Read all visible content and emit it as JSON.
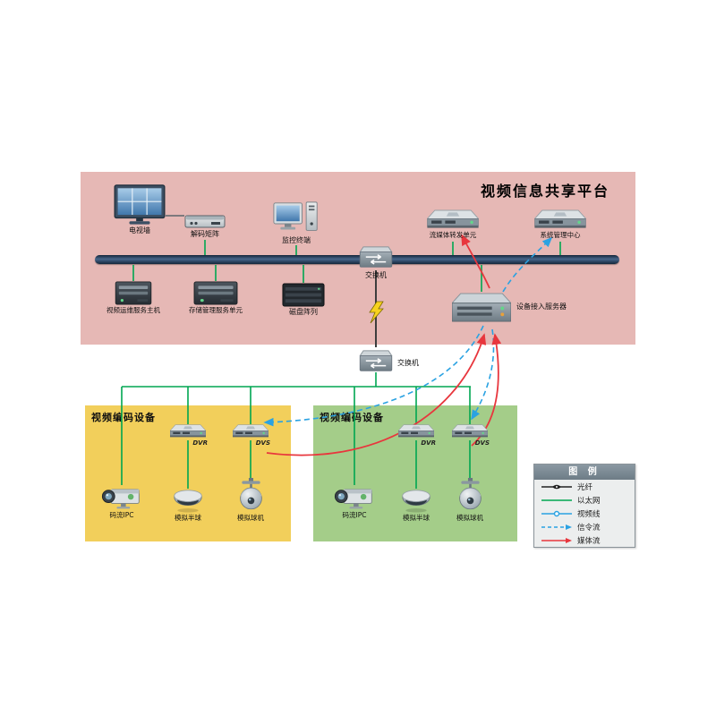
{
  "platform": {
    "title": "视频信息共享平台",
    "devices": {
      "tv_wall": "电视墙",
      "decoder_matrix": "解码矩阵",
      "monitor_terminal": "监控终端",
      "switch_top": "交换机",
      "stream_forward_unit": "流媒体转发单元",
      "system_mgmt_center": "系统管理中心",
      "video_ops_host": "视频运维服务主机",
      "storage_mgmt_unit": "存储管理服务单元",
      "disk_array": "磁盘阵列",
      "device_access_server": "设备接入服务器"
    }
  },
  "network": {
    "switch_bottom": "交换机"
  },
  "encoder_left": {
    "title": "视频编码设备",
    "devices": {
      "dvr": "DVR",
      "dvs": "DVS",
      "ipc": "码流IPC",
      "dome": "模拟半球",
      "ptz": "模拟球机"
    }
  },
  "encoder_right": {
    "title": "视频编码设备",
    "devices": {
      "dvr": "DVR",
      "dvs": "DVS",
      "ipc": "码流IPC",
      "dome": "模拟半球",
      "ptz": "模拟球机"
    }
  },
  "legend": {
    "title": "图 例",
    "items": [
      {
        "label": "光纤"
      },
      {
        "label": "以太网"
      },
      {
        "label": "视频线"
      },
      {
        "label": "信令流"
      },
      {
        "label": "媒体流"
      }
    ]
  },
  "colors": {
    "platform_bg": "#e6b8b5",
    "encoder_left_bg": "#f2cf5b",
    "encoder_right_bg": "#a4cd89",
    "ethernet": "#00a651",
    "signal": "#2aa2e2",
    "media": "#e8363d",
    "bus": "#14263a"
  }
}
